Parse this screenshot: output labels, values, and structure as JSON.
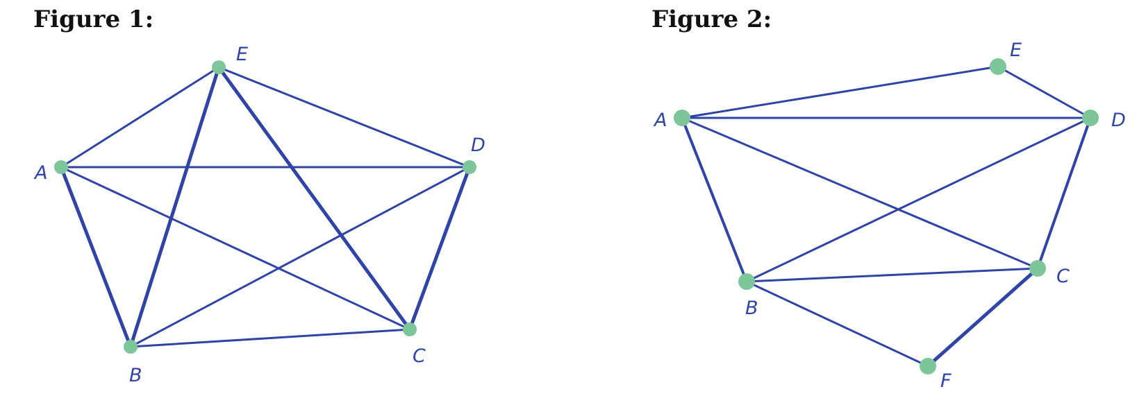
{
  "figures": [
    {
      "title": "Figure 1:",
      "vertices": [
        "A",
        "B",
        "C",
        "D",
        "E"
      ],
      "edges": [
        [
          "A",
          "E"
        ],
        [
          "E",
          "D"
        ],
        [
          "A",
          "D"
        ],
        [
          "A",
          "B"
        ],
        [
          "A",
          "C"
        ],
        [
          "E",
          "B"
        ],
        [
          "E",
          "C"
        ],
        [
          "D",
          "C"
        ],
        [
          "D",
          "B"
        ],
        [
          "B",
          "C"
        ]
      ],
      "colors": {
        "edge": "#2f44a6",
        "node": "#7cc69a",
        "label": "#2f44a6"
      }
    },
    {
      "title": "Figure 2:",
      "vertices": [
        "A",
        "B",
        "C",
        "D",
        "E",
        "F"
      ],
      "edges": [
        [
          "A",
          "E"
        ],
        [
          "E",
          "D"
        ],
        [
          "A",
          "D"
        ],
        [
          "A",
          "B"
        ],
        [
          "A",
          "C"
        ],
        [
          "D",
          "B"
        ],
        [
          "D",
          "C"
        ],
        [
          "B",
          "C"
        ],
        [
          "B",
          "F"
        ],
        [
          "C",
          "F"
        ]
      ],
      "colors": {
        "edge": "#2f44a6",
        "node": "#7cc69a",
        "label": "#2f44a6"
      }
    }
  ]
}
